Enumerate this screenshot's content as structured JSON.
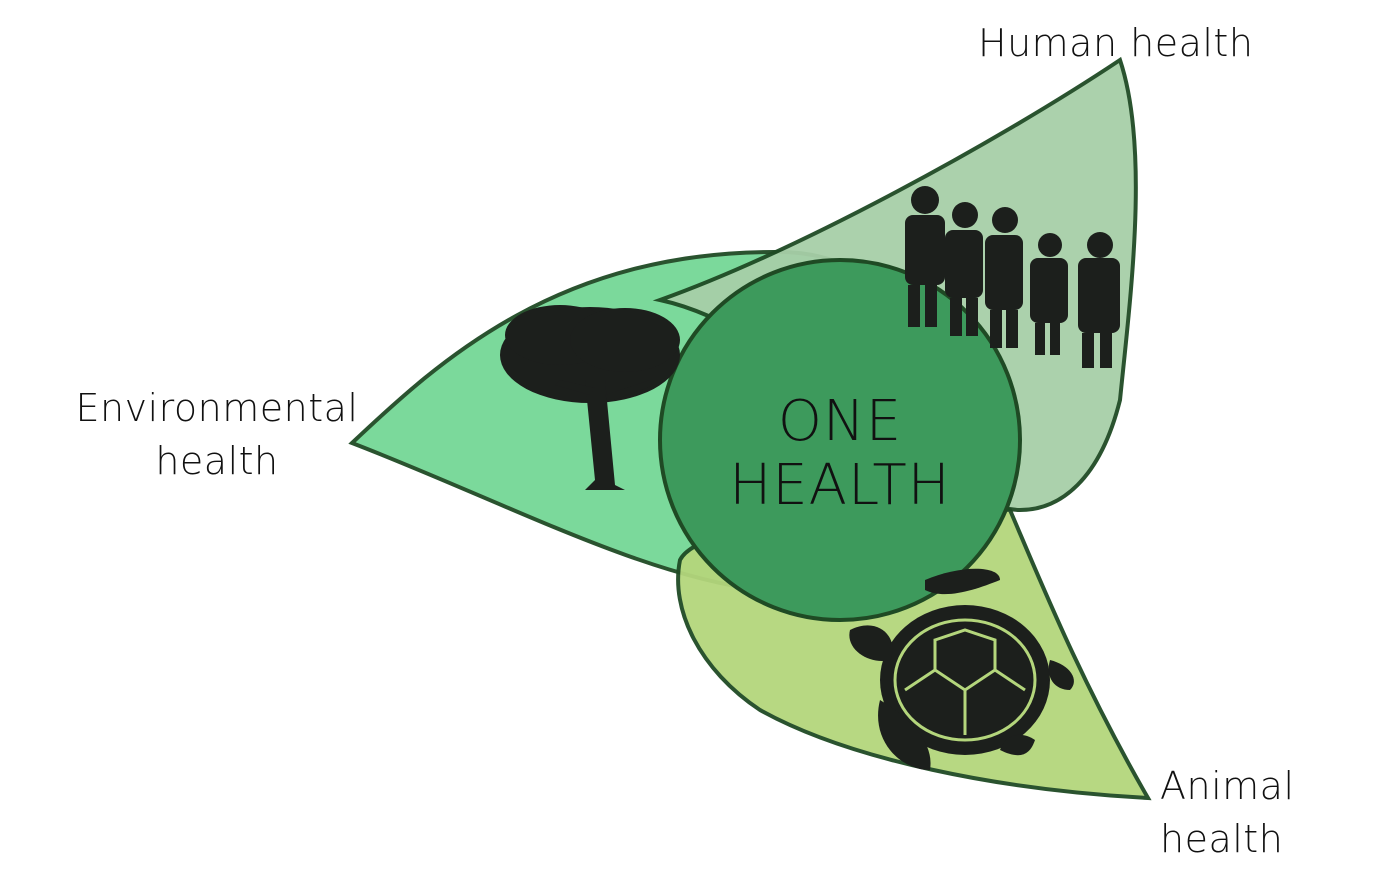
{
  "diagram": {
    "center": {
      "line1": "ONE",
      "line2": "HEALTH",
      "color": "#3d9a5c"
    },
    "petals": [
      {
        "id": "environmental",
        "label_line1": "Environmental",
        "label_line2": "health",
        "icon": "tree-icon",
        "color": "#74d896"
      },
      {
        "id": "human",
        "label_line1": "Human health",
        "label_line2": "",
        "icon": "people-icon",
        "color": "#a7cfa8"
      },
      {
        "id": "animal",
        "label_line1": "Animal",
        "label_line2": "health",
        "icon": "turtle-icon",
        "color": "#b4d67c"
      }
    ],
    "outline_color": "#1f4a24",
    "silhouette_color": "#1c1f1c"
  }
}
